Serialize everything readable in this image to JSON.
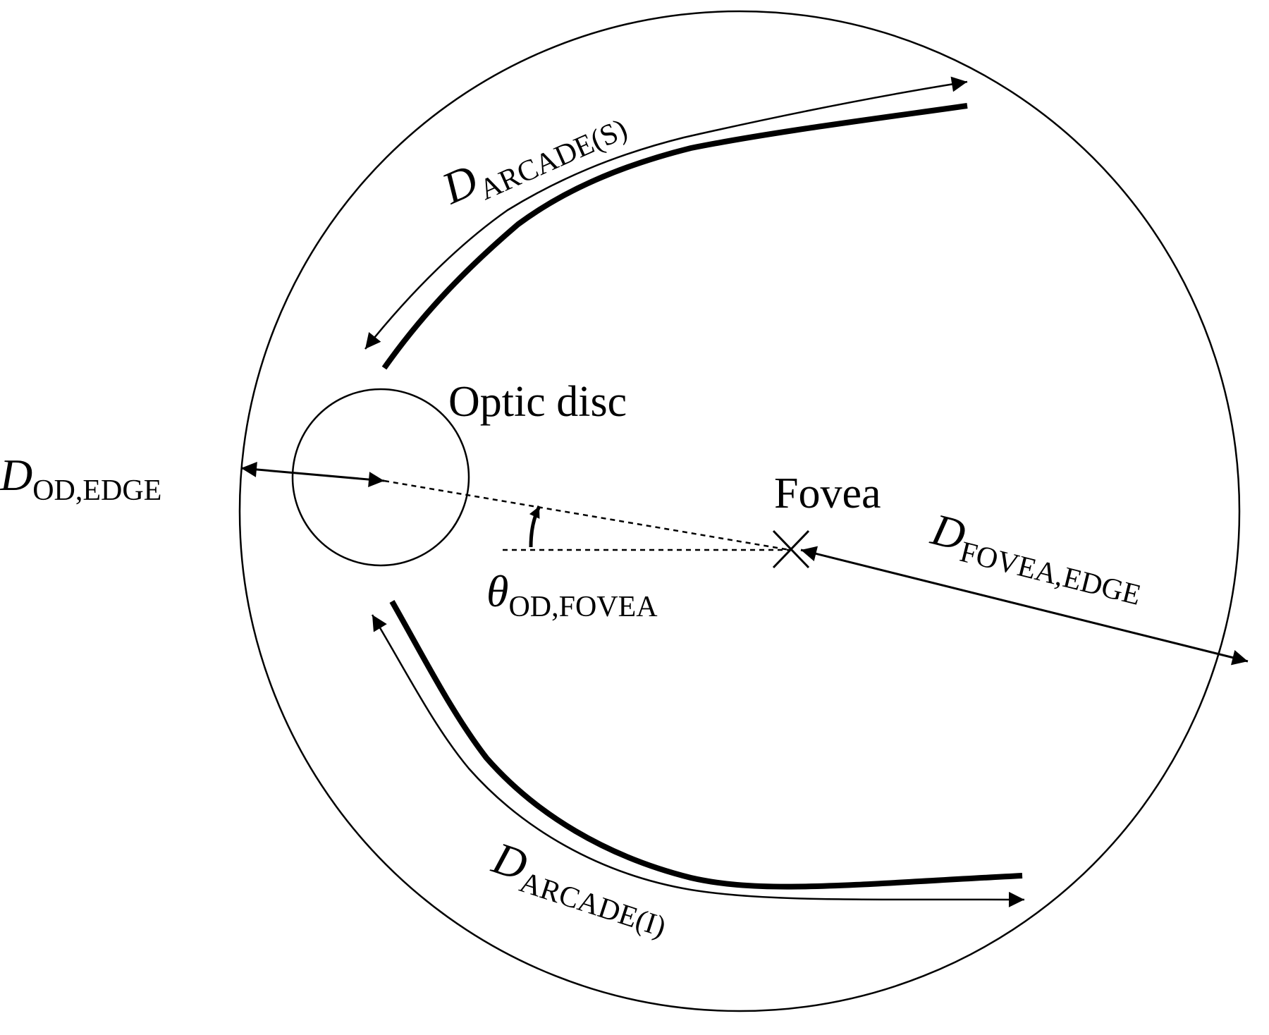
{
  "labels": {
    "optic_disc": "Optic disc",
    "fovea": "Fovea",
    "d_arcade_s": {
      "symbol": "D",
      "subscript": "ARCADE(S)"
    },
    "d_arcade_i": {
      "symbol": "D",
      "subscript": "ARCADE(I)"
    },
    "d_od_edge": {
      "symbol": "D",
      "subscript": "OD,EDGE"
    },
    "d_fovea_edge": {
      "symbol": "D",
      "subscript": "FOVEA,EDGE"
    },
    "theta_od_fovea": {
      "symbol": "θ",
      "subscript": "OD,FOVEA"
    }
  },
  "colors": {
    "stroke": "#000000",
    "background": "#ffffff"
  }
}
